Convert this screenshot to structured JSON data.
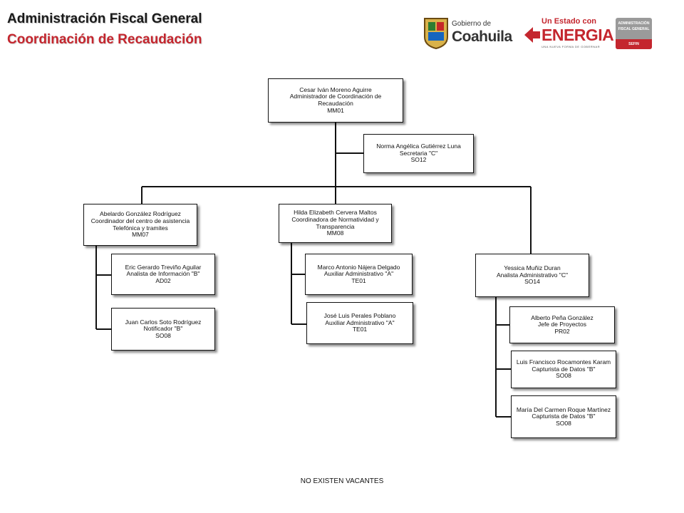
{
  "header": {
    "title": "Administración Fiscal General",
    "subtitle": "Coordinación de Recaudación"
  },
  "logos": {
    "coahuila": {
      "line1": "Gobierno de",
      "line2": "Coahuila"
    },
    "energia": {
      "line1": "Un Estado con",
      "line2": "ENERGIA",
      "tagline": "UNA NUEVA FORMA DE GOBERNAR"
    },
    "afg": {
      "line1": "ADMINISTRACIÓN",
      "line2": "FISCAL GENERAL",
      "line3": "SEFIN"
    }
  },
  "org": {
    "top": {
      "name": "Cesar Iván Moreno Aguirre",
      "line2": "Administrador de Coordinación de",
      "line3": "Recaudación",
      "code": "MM01"
    },
    "sec": {
      "name": "Norma Angélica Gutiérrez Luna",
      "line2": "Secretaria \"C\"",
      "code": "SO12"
    },
    "c1": {
      "name": "Abelardo González Rodríguez",
      "line2": "Coordinador del centro de asistencia",
      "line3": "Telefónica y tramites",
      "code": "MM07"
    },
    "c1a": {
      "name": "Eric Gerardo Treviño Aguilar",
      "line2": "Analista de Información \"B\"",
      "code": "AD02"
    },
    "c1b": {
      "name": "Juan Carlos Soto Rodríguez",
      "line2": "Notificador \"B\"",
      "code": "SO08"
    },
    "c2": {
      "name": "Hilda Elizabeth Cervera Maltos",
      "line2": "Coordinadora de Normatividad y",
      "line3": "Transparencia",
      "code": "MM08"
    },
    "c2a": {
      "name": "Marco Antonio Nájera Delgado",
      "line2": "Auxiliar Administrativo \"A\"",
      "code": "TE01"
    },
    "c2b": {
      "name": "José Luis Perales Poblano",
      "line2": "Auxiliar Administrativo \"A\"",
      "code": "TE01"
    },
    "c3": {
      "name": "Yessica Muñiz Duran",
      "line2": "Analista Administrativo \"C\"",
      "code": "SO14"
    },
    "c3a": {
      "name": "Alberto Peña González",
      "line2": "Jefe de Proyectos",
      "code": "PR02"
    },
    "c3b": {
      "name": "Luis Francisco Rocamontes Karam",
      "line2": "Capturista de Datos \"B\"",
      "code": "SO08"
    },
    "c3c": {
      "name": "María Del Carmen Roque Martínez",
      "line2": "Capturista de Datos \"B\"",
      "code": "SO08"
    }
  },
  "footer": "NO EXISTEN VACANTES",
  "colors": {
    "accent": "#c4262e",
    "line": "#111111"
  }
}
